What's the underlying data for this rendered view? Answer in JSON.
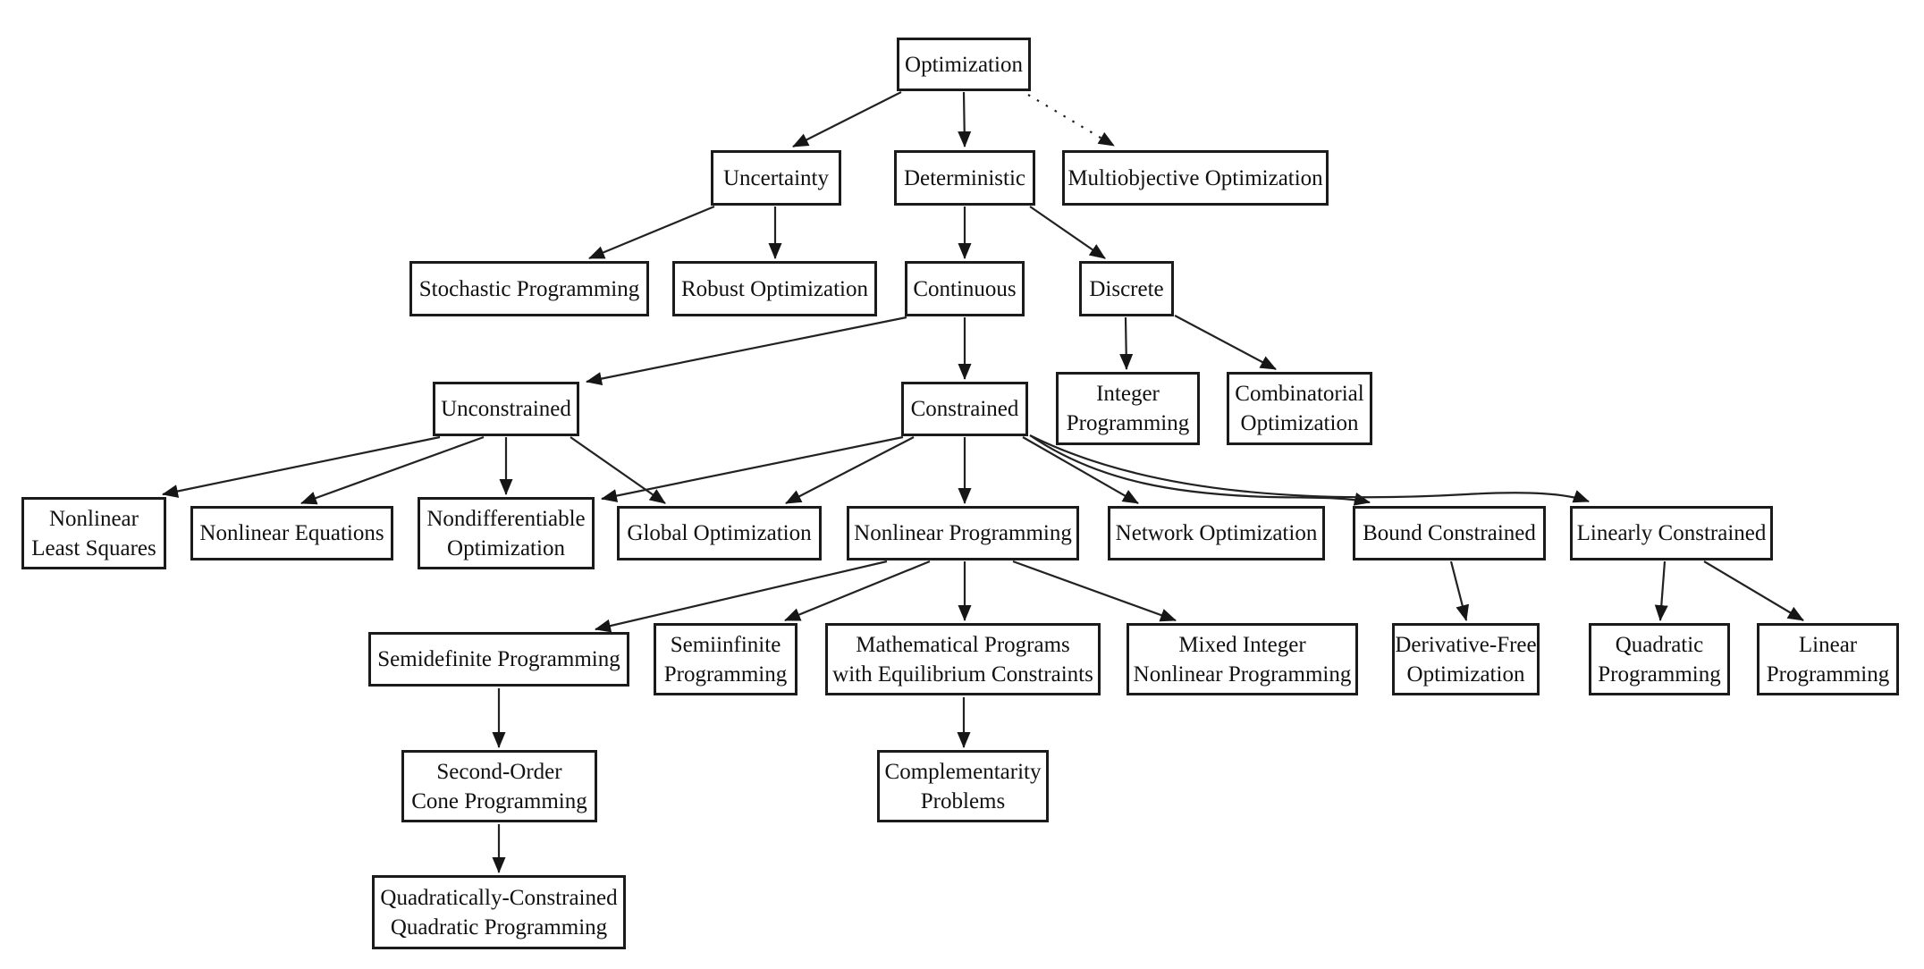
{
  "diagram": {
    "type": "taxonomy-tree",
    "root_label": "Optimization",
    "nodes": {
      "optimization": {
        "label": "Optimization"
      },
      "uncertainty": {
        "label": "Uncertainty"
      },
      "deterministic": {
        "label": "Deterministic"
      },
      "multiobjective": {
        "label": "Multiobjective Optimization"
      },
      "stochastic": {
        "label": "Stochastic Programming"
      },
      "robust": {
        "label": "Robust Optimization"
      },
      "continuous": {
        "label": "Continuous"
      },
      "discrete": {
        "label": "Discrete"
      },
      "unconstrained": {
        "label": "Unconstrained"
      },
      "constrained": {
        "label": "Constrained"
      },
      "integer": {
        "label": "Integer\nProgramming"
      },
      "combinatorial": {
        "label": "Combinatorial\nOptimization"
      },
      "nls": {
        "label": "Nonlinear\nLeast Squares"
      },
      "nleq": {
        "label": "Nonlinear Equations"
      },
      "nondiff": {
        "label": "Nondifferentiable\nOptimization"
      },
      "global": {
        "label": "Global Optimization"
      },
      "nlp": {
        "label": "Nonlinear Programming"
      },
      "network": {
        "label": "Network Optimization"
      },
      "bound": {
        "label": "Bound Constrained"
      },
      "linearly": {
        "label": "Linearly Constrained"
      },
      "sdp": {
        "label": "Semidefinite Programming"
      },
      "sip": {
        "label": "Semiinfinite\nProgramming"
      },
      "mpec": {
        "label": "Mathematical Programs\nwith Equilibrium Constraints"
      },
      "minlp": {
        "label": "Mixed Integer\nNonlinear Programming"
      },
      "dfo": {
        "label": "Derivative-Free\nOptimization"
      },
      "qp": {
        "label": "Quadratic\nProgramming"
      },
      "lp": {
        "label": "Linear\nProgramming"
      },
      "socp": {
        "label": "Second-Order\nCone Programming"
      },
      "comp": {
        "label": "Complementarity\nProblems"
      },
      "qcqp": {
        "label": "Quadratically-Constrained\nQuadratic Programming"
      }
    },
    "edges": [
      {
        "from": "optimization",
        "to": "uncertainty",
        "style": "solid"
      },
      {
        "from": "optimization",
        "to": "deterministic",
        "style": "solid"
      },
      {
        "from": "optimization",
        "to": "multiobjective",
        "style": "dotted"
      },
      {
        "from": "uncertainty",
        "to": "stochastic",
        "style": "solid"
      },
      {
        "from": "uncertainty",
        "to": "robust",
        "style": "solid"
      },
      {
        "from": "deterministic",
        "to": "continuous",
        "style": "solid"
      },
      {
        "from": "deterministic",
        "to": "discrete",
        "style": "solid"
      },
      {
        "from": "continuous",
        "to": "unconstrained",
        "style": "solid"
      },
      {
        "from": "continuous",
        "to": "constrained",
        "style": "solid"
      },
      {
        "from": "discrete",
        "to": "integer",
        "style": "solid"
      },
      {
        "from": "discrete",
        "to": "combinatorial",
        "style": "solid"
      },
      {
        "from": "unconstrained",
        "to": "nls",
        "style": "solid"
      },
      {
        "from": "unconstrained",
        "to": "nleq",
        "style": "solid"
      },
      {
        "from": "unconstrained",
        "to": "nondiff",
        "style": "solid"
      },
      {
        "from": "unconstrained",
        "to": "global",
        "style": "solid"
      },
      {
        "from": "constrained",
        "to": "nondiff",
        "style": "solid"
      },
      {
        "from": "constrained",
        "to": "global",
        "style": "solid"
      },
      {
        "from": "constrained",
        "to": "nlp",
        "style": "solid"
      },
      {
        "from": "constrained",
        "to": "network",
        "style": "solid"
      },
      {
        "from": "constrained",
        "to": "bound",
        "style": "curved"
      },
      {
        "from": "constrained",
        "to": "linearly",
        "style": "curved"
      },
      {
        "from": "nlp",
        "to": "sdp",
        "style": "solid"
      },
      {
        "from": "nlp",
        "to": "sip",
        "style": "solid"
      },
      {
        "from": "nlp",
        "to": "mpec",
        "style": "solid"
      },
      {
        "from": "nlp",
        "to": "minlp",
        "style": "solid"
      },
      {
        "from": "bound",
        "to": "dfo",
        "style": "solid"
      },
      {
        "from": "linearly",
        "to": "qp",
        "style": "solid"
      },
      {
        "from": "linearly",
        "to": "lp",
        "style": "solid"
      },
      {
        "from": "sdp",
        "to": "socp",
        "style": "solid"
      },
      {
        "from": "mpec",
        "to": "comp",
        "style": "solid"
      },
      {
        "from": "socp",
        "to": "qcqp",
        "style": "solid"
      }
    ]
  }
}
